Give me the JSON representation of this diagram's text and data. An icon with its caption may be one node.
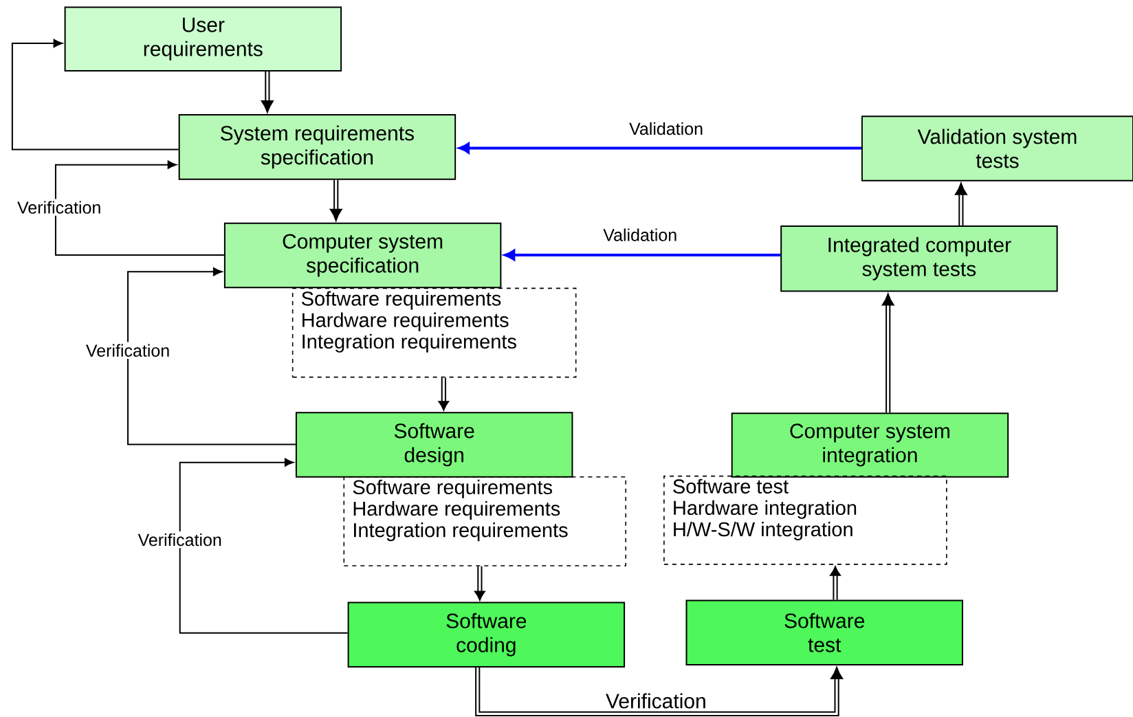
{
  "diagram": {
    "nodes": [
      {
        "text": [
          "User requirements"
        ]
      },
      {
        "text": [
          "System requirements specification"
        ]
      },
      {
        "text": [
          "Validation system tests"
        ]
      },
      {
        "text": [
          "Computer system specification"
        ]
      },
      {
        "text": [
          "Integrated computer system tests"
        ]
      },
      {
        "text": [
          "Software requirements",
          "Hardware requirements",
          "Integration requirements"
        ]
      },
      {
        "text": [
          "Software design"
        ]
      },
      {
        "text": [
          "Computer system integration"
        ]
      },
      {
        "text": [
          "Software requirements",
          "Hardware requirements",
          "Integration requirements"
        ]
      },
      {
        "text": [
          "Software test",
          "Hardware integration",
          "H/W-S/W integration"
        ]
      },
      {
        "text": [
          "Software coding"
        ]
      },
      {
        "text": [
          "Software test"
        ]
      }
    ],
    "edges": [
      {
        "from": 0,
        "to": 1,
        "arrow": "to"
      },
      {
        "from": 1,
        "to": 3,
        "arrow": "to"
      },
      {
        "from": 5,
        "to": 6,
        "arrow": "to"
      },
      {
        "from": 8,
        "to": 10,
        "arrow": "to"
      },
      {
        "from": 10,
        "to": 11,
        "arrow": "to",
        "label": "Verification"
      },
      {
        "from": 11,
        "to": 9,
        "arrow": "to"
      },
      {
        "from": 7,
        "to": 4,
        "arrow": "to"
      },
      {
        "from": 4,
        "to": 2,
        "arrow": "to"
      },
      {
        "from": 2,
        "to": 1,
        "arrow": "to",
        "color": "#0000ff",
        "label": "Validation"
      },
      {
        "from": 4,
        "to": 3,
        "arrow": "to",
        "color": "#0000ff",
        "label": "Validation"
      },
      {
        "from": 1,
        "to": 0,
        "arrow": "to"
      },
      {
        "from": 3,
        "to": 1,
        "arrow": "to",
        "label": "Verification"
      },
      {
        "from": 6,
        "to": 3,
        "arrow": "to",
        "label": "Verification"
      },
      {
        "from": 10,
        "to": 6,
        "arrow": "to",
        "label": "Verification"
      }
    ]
  }
}
